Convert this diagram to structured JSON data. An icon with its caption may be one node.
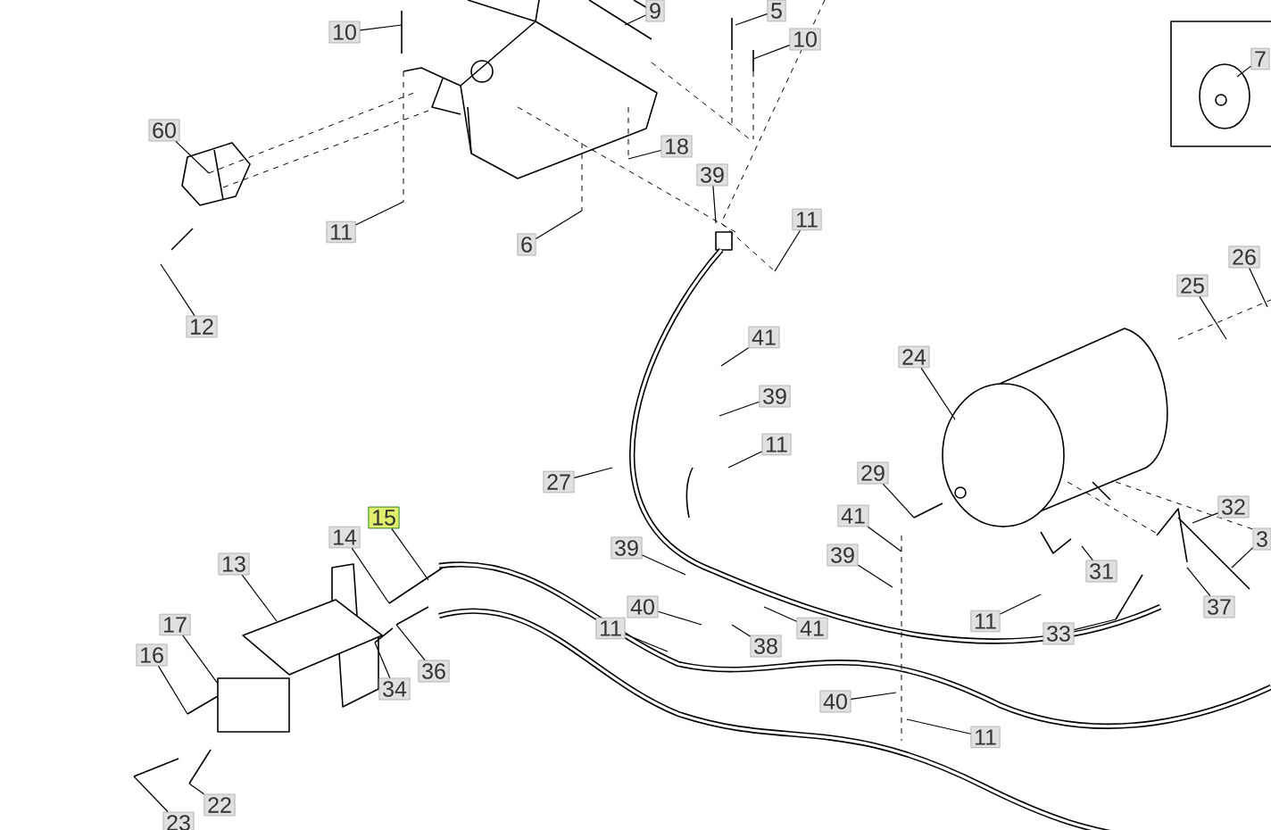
{
  "diagram": {
    "nodes": [
      {
        "text": [
          "9"
        ]
      },
      {
        "text": [
          "5"
        ]
      },
      {
        "text": [
          "10"
        ]
      },
      {
        "text": [
          "10"
        ]
      },
      {
        "text": [
          "7"
        ]
      },
      {
        "text": [
          "60"
        ]
      },
      {
        "text": [
          "18"
        ]
      },
      {
        "text": [
          "39"
        ]
      },
      {
        "text": [
          "11"
        ]
      },
      {
        "text": [
          "6"
        ]
      },
      {
        "text": [
          "11"
        ]
      },
      {
        "text": [
          "12"
        ]
      },
      {
        "text": [
          "26"
        ]
      },
      {
        "text": [
          "25"
        ]
      },
      {
        "text": [
          "41"
        ]
      },
      {
        "text": [
          "24"
        ]
      },
      {
        "text": [
          "39"
        ]
      },
      {
        "text": [
          "11"
        ]
      },
      {
        "text": [
          "27"
        ]
      },
      {
        "text": [
          "29"
        ]
      },
      {
        "text": [
          "41"
        ]
      },
      {
        "text": [
          "15"
        ]
      },
      {
        "text": [
          "14"
        ]
      },
      {
        "text": [
          "39"
        ]
      },
      {
        "text": [
          "32"
        ]
      },
      {
        "text": [
          "3"
        ]
      },
      {
        "text": [
          "13"
        ]
      },
      {
        "text": [
          "39"
        ]
      },
      {
        "text": [
          "31"
        ]
      },
      {
        "text": [
          "37"
        ]
      },
      {
        "text": [
          "17"
        ]
      },
      {
        "text": [
          "40"
        ]
      },
      {
        "text": [
          "16"
        ]
      },
      {
        "text": [
          "11"
        ]
      },
      {
        "text": [
          "41"
        ]
      },
      {
        "text": [
          "36"
        ]
      },
      {
        "text": [
          "34"
        ]
      },
      {
        "text": [
          "38"
        ]
      },
      {
        "text": [
          "11"
        ]
      },
      {
        "text": [
          "33"
        ]
      },
      {
        "text": [
          "40"
        ]
      },
      {
        "text": [
          "22"
        ]
      },
      {
        "text": [
          "11"
        ]
      },
      {
        "text": [
          "23"
        ]
      }
    ],
    "edges": [
      {
        "from": 0,
        "to": null,
        "arrow": "none"
      },
      {
        "from": 1,
        "to": null,
        "arrow": "none"
      },
      {
        "from": 2,
        "to": null,
        "arrow": "none"
      },
      {
        "from": 3,
        "to": null,
        "arrow": "none"
      },
      {
        "from": 4,
        "to": null,
        "arrow": "none"
      },
      {
        "from": 5,
        "to": null,
        "arrow": "none"
      },
      {
        "from": 6,
        "to": null,
        "arrow": "none"
      },
      {
        "from": 7,
        "to": null,
        "arrow": "none"
      },
      {
        "from": 8,
        "to": null,
        "arrow": "none"
      },
      {
        "from": 9,
        "to": null,
        "arrow": "none"
      },
      {
        "from": 10,
        "to": null,
        "arrow": "none"
      },
      {
        "from": 11,
        "to": null,
        "arrow": "none"
      },
      {
        "from": 12,
        "to": null,
        "arrow": "none"
      },
      {
        "from": 13,
        "to": null,
        "arrow": "none"
      },
      {
        "from": 14,
        "to": null,
        "arrow": "none"
      },
      {
        "from": 15,
        "to": null,
        "arrow": "none"
      },
      {
        "from": 16,
        "to": null,
        "arrow": "none"
      },
      {
        "from": 17,
        "to": null,
        "arrow": "none"
      },
      {
        "from": 18,
        "to": null,
        "arrow": "none"
      },
      {
        "from": 19,
        "to": null,
        "arrow": "none"
      },
      {
        "from": 20,
        "to": null,
        "arrow": "none"
      },
      {
        "from": 21,
        "to": null,
        "arrow": "none"
      },
      {
        "from": 22,
        "to": null,
        "arrow": "none"
      },
      {
        "from": 23,
        "to": null,
        "arrow": "none"
      },
      {
        "from": 24,
        "to": null,
        "arrow": "none"
      },
      {
        "from": 25,
        "to": null,
        "arrow": "none"
      },
      {
        "from": 26,
        "to": null,
        "arrow": "none"
      },
      {
        "from": 27,
        "to": null,
        "arrow": "none"
      },
      {
        "from": 28,
        "to": null,
        "arrow": "none"
      },
      {
        "from": 29,
        "to": null,
        "arrow": "none"
      },
      {
        "from": 30,
        "to": null,
        "arrow": "none"
      },
      {
        "from": 31,
        "to": null,
        "arrow": "none"
      },
      {
        "from": 32,
        "to": null,
        "arrow": "none"
      },
      {
        "from": 33,
        "to": null,
        "arrow": "none"
      },
      {
        "from": 34,
        "to": null,
        "arrow": "none"
      },
      {
        "from": 35,
        "to": null,
        "arrow": "none"
      },
      {
        "from": 36,
        "to": null,
        "arrow": "none"
      },
      {
        "from": 37,
        "to": null,
        "arrow": "none"
      },
      {
        "from": 38,
        "to": null,
        "arrow": "none"
      },
      {
        "from": 39,
        "to": null,
        "arrow": "none"
      },
      {
        "from": 40,
        "to": null,
        "arrow": "none"
      },
      {
        "from": 41,
        "to": null,
        "arrow": "none"
      },
      {
        "from": 42,
        "to": null,
        "arrow": "none"
      },
      {
        "from": 43,
        "to": null,
        "arrow": "none"
      }
    ]
  }
}
